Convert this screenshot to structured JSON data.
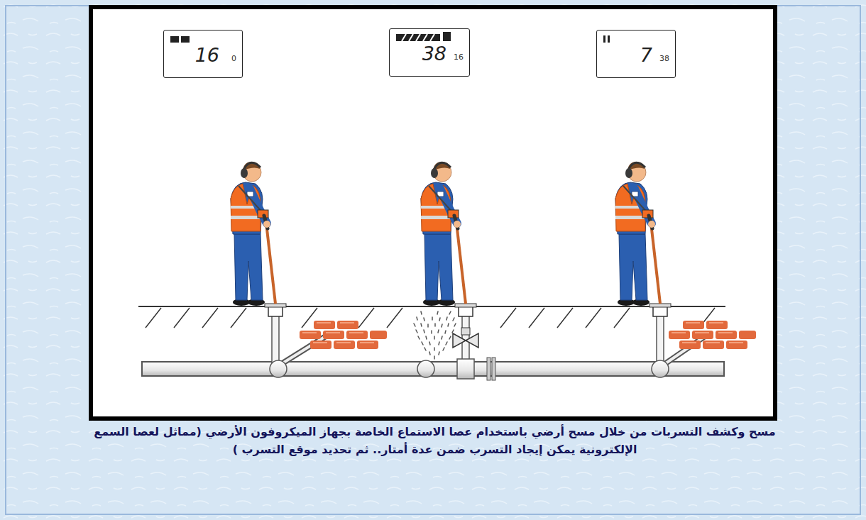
{
  "diagram": {
    "caption": "مسح وكشف التسربات من خلال مسح أرضي باستخدام عصا الاستماع الخاصة بجهاز الميكروفون الأرضي (مماثل لعصا السمع الإلكترونية يمكن إيجاد التسرب ضمن عدة أمتار.. ثم تحديد موقع التسرب )",
    "nodes": [
      {
        "text": [
          "16",
          "0"
        ]
      },
      {
        "text": [
          "38",
          "16"
        ]
      },
      {
        "text": [
          "7",
          "38"
        ]
      }
    ]
  }
}
